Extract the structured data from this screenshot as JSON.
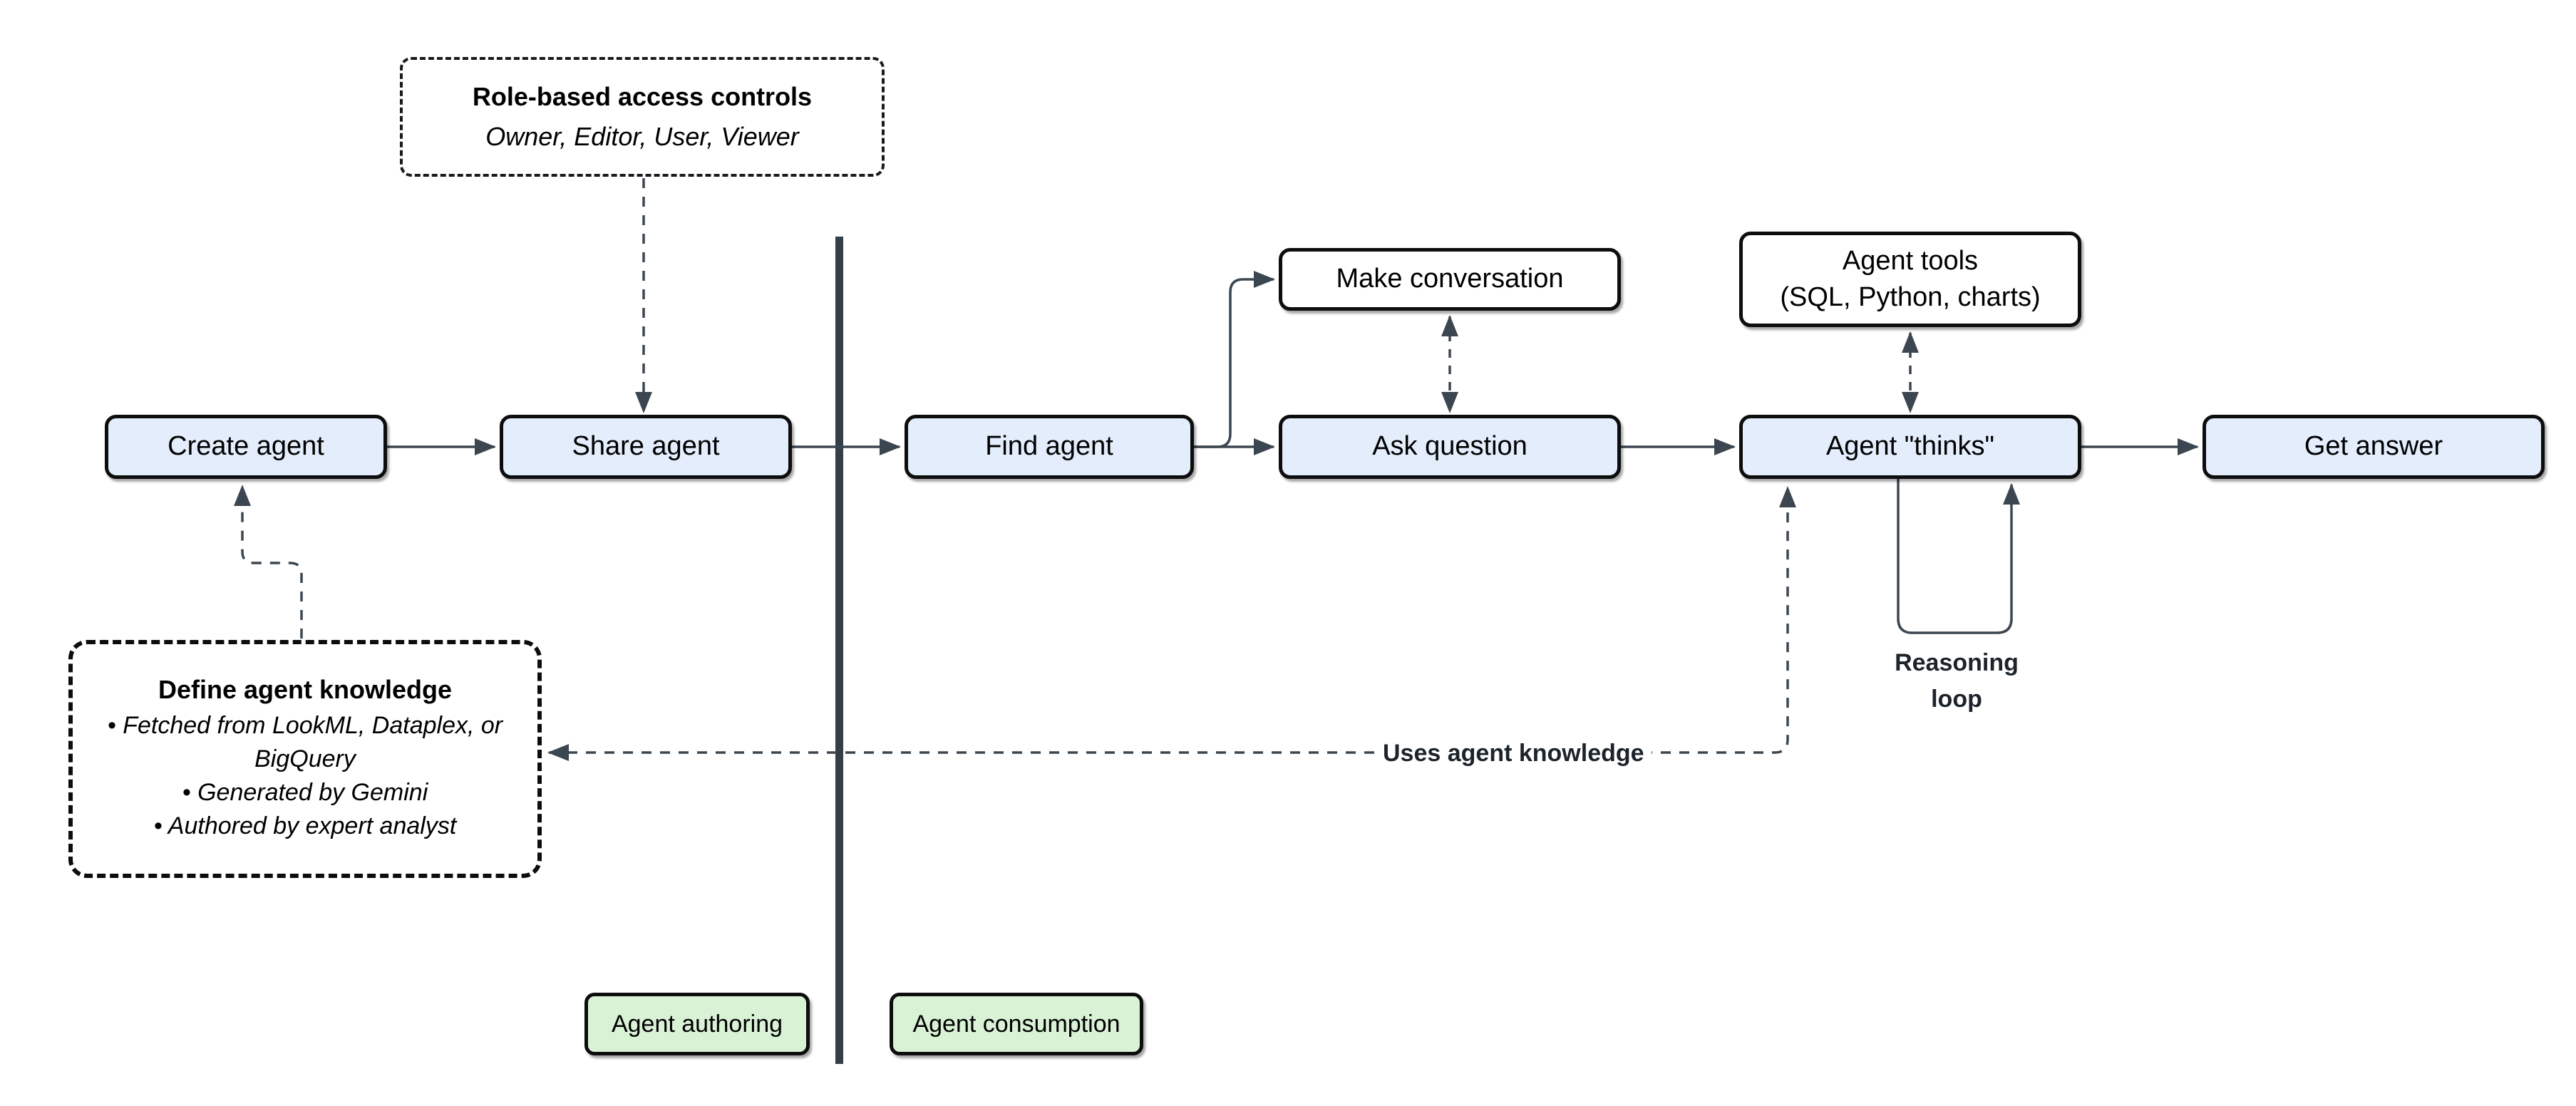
{
  "diagram": {
    "nodes": {
      "create_agent": {
        "label": "Create agent"
      },
      "share_agent": {
        "label": "Share agent"
      },
      "find_agent": {
        "label": "Find agent"
      },
      "make_conversation": {
        "label": "Make conversation"
      },
      "ask_question": {
        "label": "Ask question"
      },
      "agent_tools": {
        "label_line1": "Agent tools",
        "label_line2": "(SQL, Python, charts)"
      },
      "agent_thinks": {
        "label": "Agent \"thinks\""
      },
      "get_answer": {
        "label": "Get answer"
      }
    },
    "notes": {
      "role_access": {
        "title": "Role-based access controls",
        "subtitle": "Owner, Editor, User, Viewer"
      },
      "knowledge": {
        "title": "Define agent knowledge",
        "bullets": [
          "• Fetched from LookML, Dataplex, or BigQuery",
          "• Generated by Gemini",
          "• Authored by expert analyst"
        ]
      }
    },
    "labels": {
      "reasoning_loop": "Reasoning loop",
      "uses_knowledge": "Uses agent knowledge"
    },
    "zones": {
      "authoring": "Agent authoring",
      "consumption": "Agent consumption"
    },
    "colors": {
      "node_fill_blue": "#e3edfb",
      "node_fill_white": "#ffffff",
      "zone_fill_green": "#d9f2d6",
      "node_stroke": "#0d0d0d",
      "connector": "#3c4650",
      "divider": "#333e47"
    }
  }
}
